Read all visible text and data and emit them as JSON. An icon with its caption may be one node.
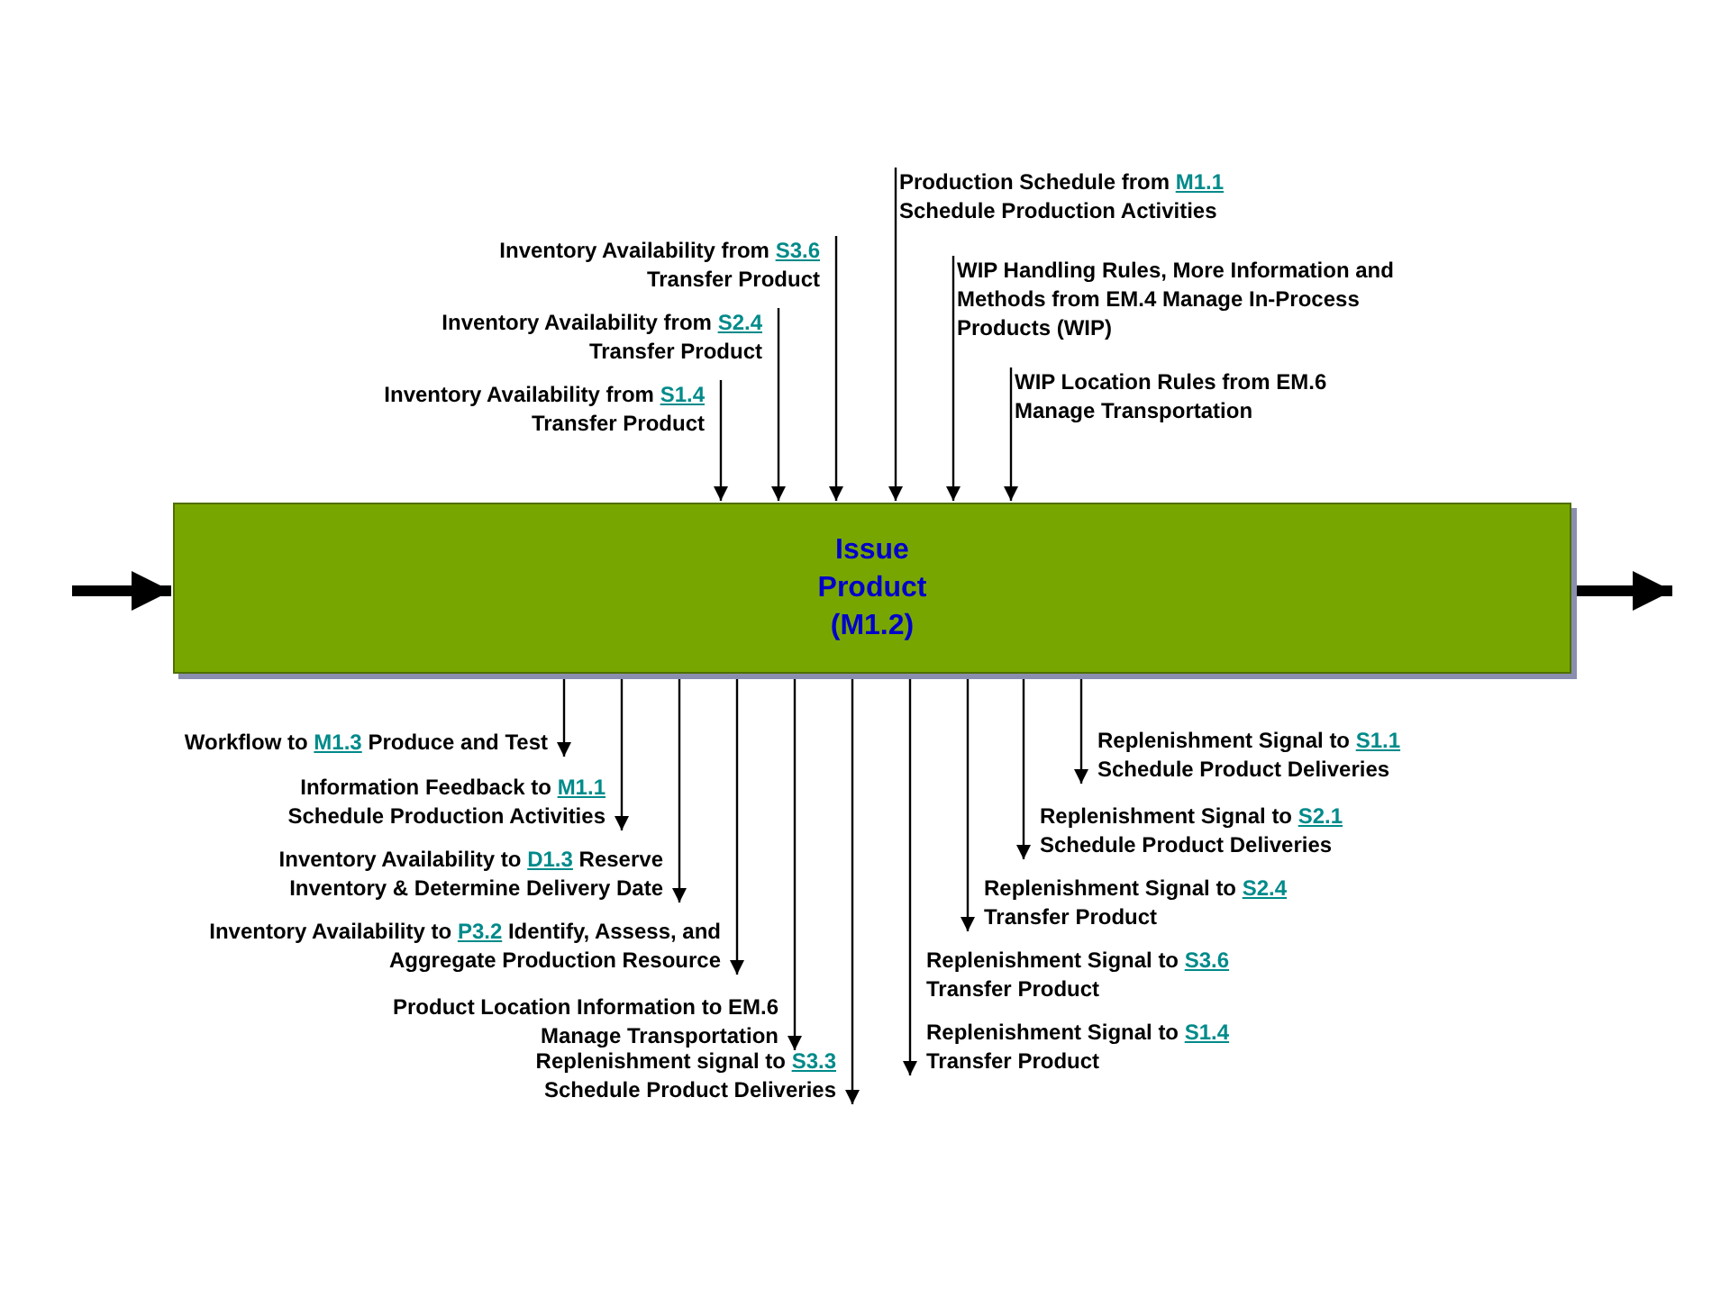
{
  "diagram": {
    "nodes": [
      {
        "text": [
          "Issue Product (M1.2)"
        ]
      },
      {
        "text": [
          "Inventory Availability from S1.4 Transfer Product"
        ]
      },
      {
        "text": [
          "Inventory Availability from S2.4 Transfer Product"
        ]
      },
      {
        "text": [
          "Inventory Availability from S3.6 Transfer Product"
        ]
      },
      {
        "text": [
          "Production Schedule from M1.1 Schedule Production Activities"
        ]
      },
      {
        "text": [
          "WIP Handling Rules, More Information and Methods from EM.4 Manage In-Process Products (WIP)"
        ]
      },
      {
        "text": [
          "WIP Location Rules from EM.6 Manage Transportation"
        ]
      },
      {
        "text": [
          "Workflow to M1.3 Produce and Test"
        ]
      },
      {
        "text": [
          "Information Feedback to M1.1 Schedule Production Activities"
        ]
      },
      {
        "text": [
          "Inventory Availability to D1.3 Reserve Inventory & Determine Delivery Date"
        ]
      },
      {
        "text": [
          "Inventory Availability to P3.2 Identify, Assess, and Aggregate Production Resource"
        ]
      },
      {
        "text": [
          "Product Location Information to EM.6 Manage Transportation"
        ]
      },
      {
        "text": [
          "Replenishment signal to S3.3 Schedule Product Deliveries"
        ]
      },
      {
        "text": [
          "Replenishment Signal to S1.1 Schedule Product Deliveries"
        ]
      },
      {
        "text": [
          "Replenishment Signal to S2.1 Schedule Product Deliveries"
        ]
      },
      {
        "text": [
          "Replenishment Signal to S2.4 Transfer Product"
        ]
      },
      {
        "text": [
          "Replenishment Signal to S3.6 Transfer Product"
        ]
      },
      {
        "text": [
          "Replenishment Signal to S1.4 Transfer Product"
        ]
      }
    ],
    "edges": [
      {
        "from": 1,
        "to": 0,
        "arrow": "to"
      },
      {
        "from": 2,
        "to": 0,
        "arrow": "to"
      },
      {
        "from": 3,
        "to": 0,
        "arrow": "to"
      },
      {
        "from": 4,
        "to": 0,
        "arrow": "to"
      },
      {
        "from": 5,
        "to": 0,
        "arrow": "to"
      },
      {
        "from": 6,
        "to": 0,
        "arrow": "to"
      },
      {
        "from": 0,
        "to": 7,
        "arrow": "to"
      },
      {
        "from": 0,
        "to": 8,
        "arrow": "to"
      },
      {
        "from": 0,
        "to": 9,
        "arrow": "to"
      },
      {
        "from": 0,
        "to": 10,
        "arrow": "to"
      },
      {
        "from": 0,
        "to": 11,
        "arrow": "to"
      },
      {
        "from": 0,
        "to": 12,
        "arrow": "to"
      },
      {
        "from": 0,
        "to": 13,
        "arrow": "to"
      },
      {
        "from": 0,
        "to": 14,
        "arrow": "to"
      },
      {
        "from": 0,
        "to": 15,
        "arrow": "to"
      },
      {
        "from": 0,
        "to": 17,
        "arrow": "to"
      },
      {
        "from": null,
        "to": 0,
        "arrow": "to",
        "style": "thick"
      },
      {
        "from": 0,
        "to": null,
        "arrow": "to",
        "style": "thick"
      }
    ]
  }
}
